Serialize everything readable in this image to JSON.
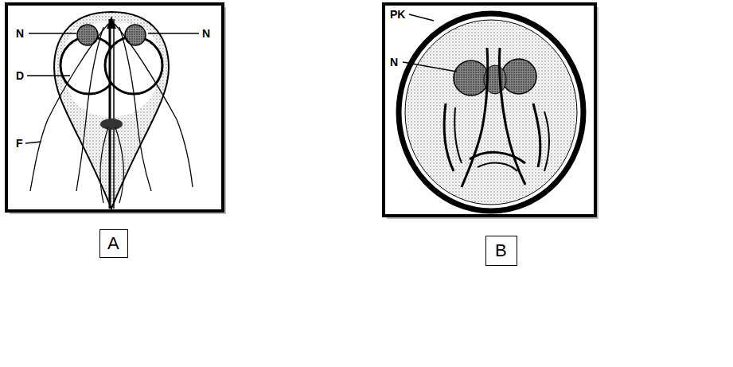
{
  "diagram": {
    "nodes": [
      {
        "text": [
          "A"
        ]
      },
      {
        "text": [
          "B"
        ]
      }
    ],
    "labels": [
      "N",
      "D",
      "F",
      "N",
      "PK",
      "N"
    ]
  }
}
